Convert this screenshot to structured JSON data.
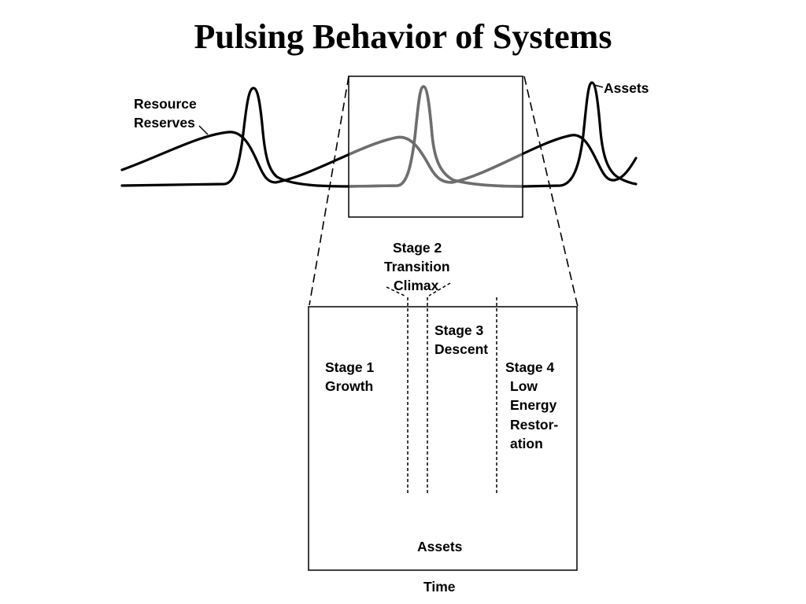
{
  "title": "Pulsing Behavior of Systems",
  "overview": {
    "resource_reserves_label": [
      "Resource",
      "Reserves"
    ],
    "assets_label": "Assets"
  },
  "detail": {
    "stage_1": [
      "Stage 1",
      "Growth"
    ],
    "stage_2": [
      "Stage 2",
      "Transition",
      "Climax"
    ],
    "stage_3": [
      "Stage 3",
      "Descent"
    ],
    "stage_4": [
      "Stage 4",
      "Low",
      "Energy",
      "Restor-",
      "ation"
    ],
    "assets_label": "Assets",
    "time_label": "Time"
  },
  "colors": {
    "line": "#000000",
    "highlighted_curve": "#6e6e6e",
    "background": "#ffffff"
  }
}
